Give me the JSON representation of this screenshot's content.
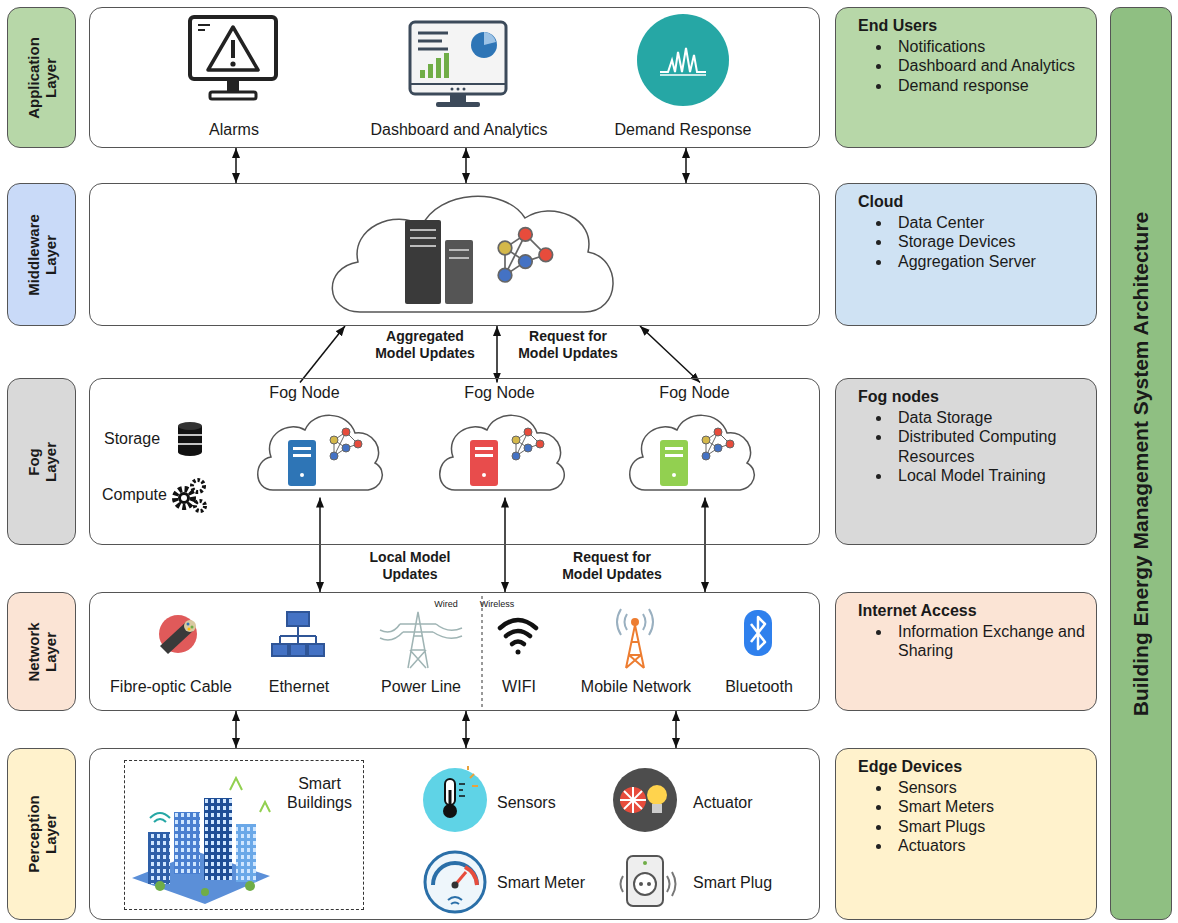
{
  "diagram": {
    "title": "Building Energy Management System Architecture",
    "nodes": [
      {
        "text": [
          "Application Layer"
        ]
      },
      {
        "text": [
          "Alarms",
          "Dashboard and Analytics",
          "Demand Response"
        ]
      },
      {
        "text": [
          "End Users",
          "Notifications",
          "Dashboard and Analytics",
          "Demand response"
        ]
      },
      {
        "text": [
          "Middleware Layer"
        ]
      },
      {
        "text": []
      },
      {
        "text": [
          "Cloud",
          "Data Center",
          "Storage Devices",
          "Aggregation Server"
        ]
      },
      {
        "text": [
          "Fog Layer"
        ]
      },
      {
        "text": [
          "Storage",
          "Compute"
        ]
      },
      {
        "text": [
          "Fog Node"
        ],
        "in": 7
      },
      {
        "text": [
          "Fog Node"
        ],
        "in": 7
      },
      {
        "text": [
          "Fog Node"
        ],
        "in": 7
      },
      {
        "text": [
          "Fog nodes",
          "Data Storage",
          "Distributed Computing Resources",
          "Local Model Training"
        ]
      },
      {
        "text": [
          "Network Layer"
        ]
      },
      {
        "text": [
          "Fibre-optic Cable",
          "Ethernet",
          "Power Line",
          "WIFI",
          "Mobile Network",
          "Bluetooth",
          "Wired",
          "Wireless"
        ]
      },
      {
        "text": [
          "Internet Access",
          "Information Exchange and Sharing"
        ]
      },
      {
        "text": [
          "Perception Layer"
        ]
      },
      {
        "text": [
          "Sensors",
          "Actuator",
          "Smart Meter",
          "Smart Plug"
        ]
      },
      {
        "text": [
          "Smart Buildings"
        ],
        "in": 16
      },
      {
        "text": [
          "Edge Devices",
          "Sensors",
          "Smart Meters",
          "Smart Plugs",
          "Actuators"
        ]
      }
    ],
    "edges": [
      {
        "from": 1,
        "to": 4,
        "arrow": "both"
      },
      {
        "from": 1,
        "to": 4,
        "arrow": "both"
      },
      {
        "from": 1,
        "to": 4,
        "arrow": "both"
      },
      {
        "from": 8,
        "to": 4,
        "arrow": "to",
        "label": "Aggregated Model Updates"
      },
      {
        "from": 4,
        "to": 9,
        "arrow": "both",
        "label": "Request for Model Updates"
      },
      {
        "from": 4,
        "to": 10,
        "arrow": "both"
      },
      {
        "from": 8,
        "to": 13,
        "arrow": "both",
        "label": "Local Model Updates"
      },
      {
        "from": 9,
        "to": 13,
        "arrow": "both",
        "label": "Request for Model Updates"
      },
      {
        "from": 10,
        "to": 13,
        "arrow": "both"
      },
      {
        "from": 13,
        "to": 16,
        "arrow": "both"
      },
      {
        "from": 13,
        "to": 16,
        "arrow": "both"
      },
      {
        "from": 13,
        "to": 16,
        "arrow": "both"
      }
    ]
  }
}
